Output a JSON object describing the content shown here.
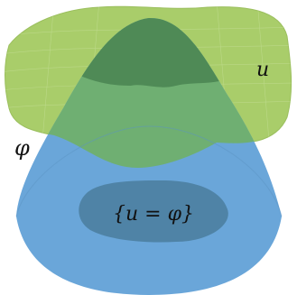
{
  "labels": {
    "u": "u",
    "phi": "φ",
    "contact_set": "{u = φ}"
  },
  "colors": {
    "obstacle_blue": "#6aa6d9",
    "function_green": "#a9cd6a",
    "overlap_green": "#6faf72",
    "contact_dark": "#4a7c9c",
    "top_dark_green": "#4f8a56"
  }
}
